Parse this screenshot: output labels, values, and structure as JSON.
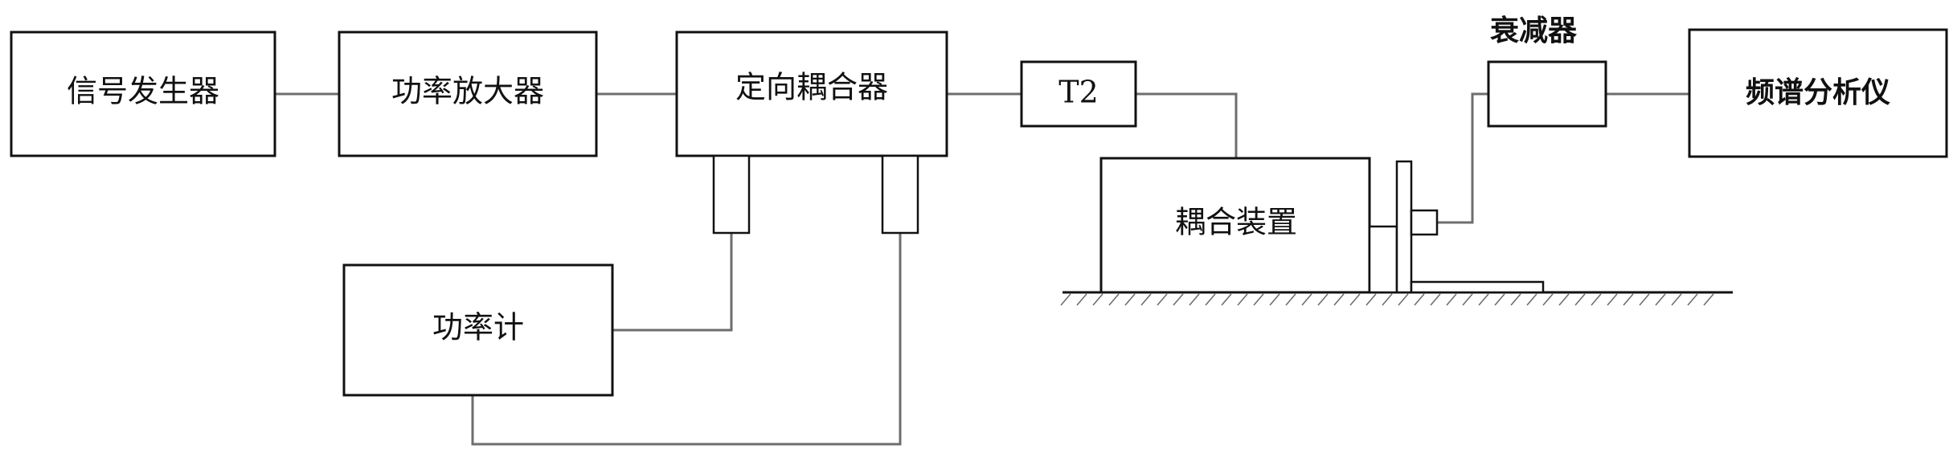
{
  "diagram": {
    "nodes": {
      "signal_generator": "信号发生器",
      "power_amplifier": "功率放大器",
      "directional_coupler": "定向耦合器",
      "t2": "T2",
      "attenuator": "衰减器",
      "spectrum_analyzer": "频谱分析仪",
      "power_meter": "功率计",
      "coupling_device": "耦合装置"
    },
    "edges": [
      {
        "from": "signal_generator",
        "to": "power_amplifier"
      },
      {
        "from": "power_amplifier",
        "to": "directional_coupler"
      },
      {
        "from": "directional_coupler",
        "to": "t2"
      },
      {
        "from": "t2",
        "to": "coupling_device"
      },
      {
        "from": "coupling_device",
        "to": "attenuator"
      },
      {
        "from": "attenuator",
        "to": "spectrum_analyzer"
      },
      {
        "from": "directional_coupler",
        "to": "power_meter"
      },
      {
        "from": "directional_coupler",
        "to": "power_meter"
      }
    ]
  }
}
